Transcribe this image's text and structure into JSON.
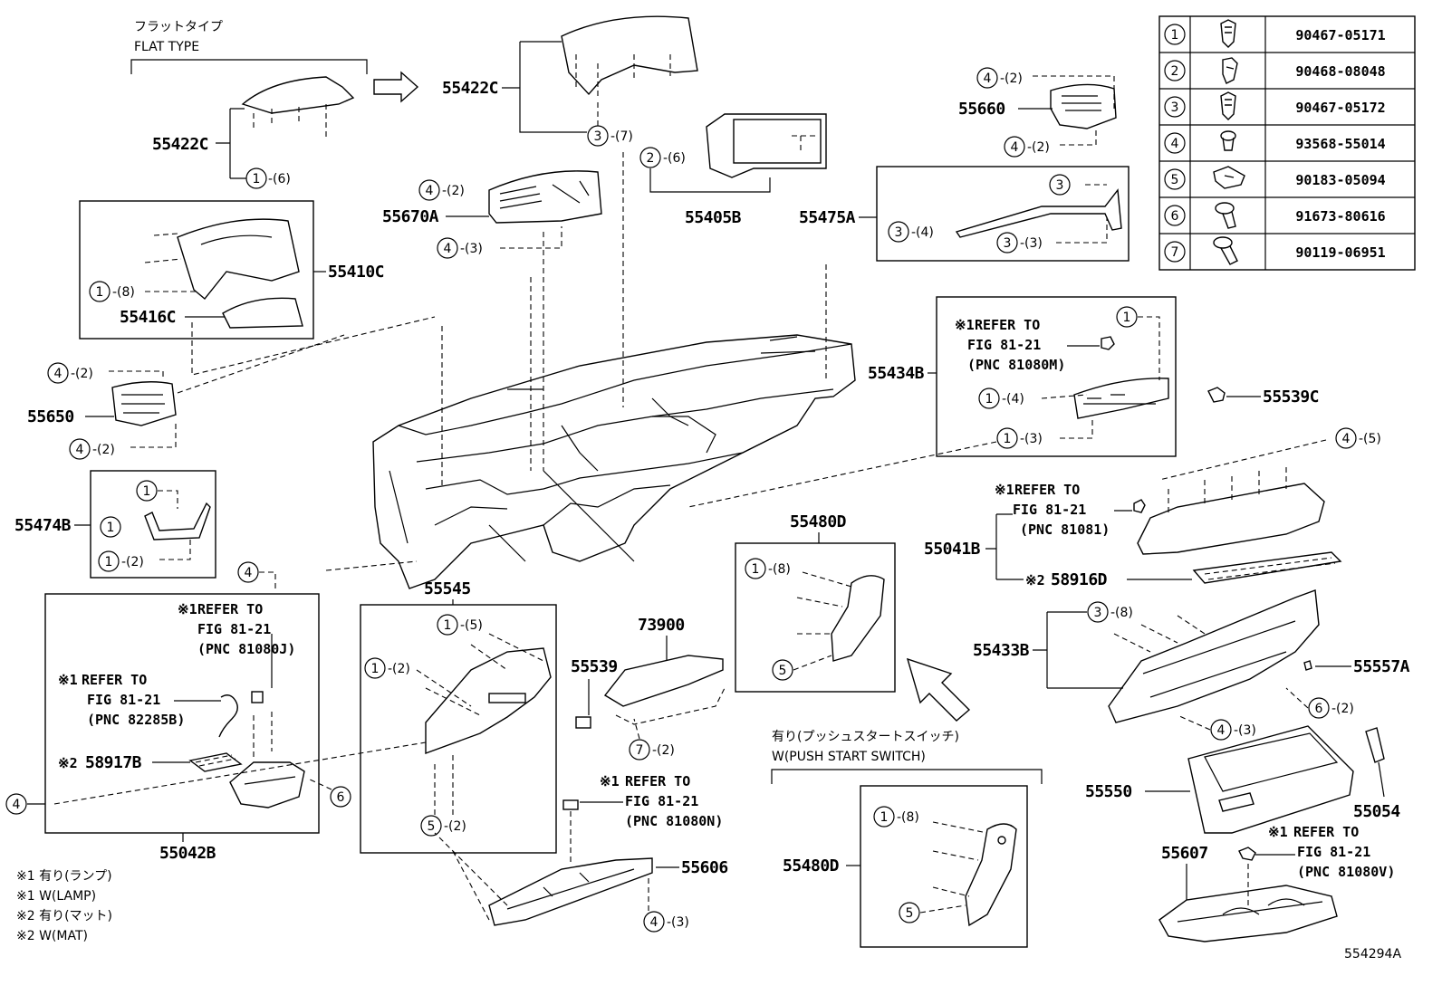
{
  "diagram_id": "554294A",
  "fastener_table": [
    {
      "num": "1",
      "part": "90467-05171",
      "icon": "clip-icon"
    },
    {
      "num": "2",
      "part": "90468-08048",
      "icon": "clip-icon"
    },
    {
      "num": "3",
      "part": "90467-05172",
      "icon": "clip-icon"
    },
    {
      "num": "4",
      "part": "93568-55014",
      "icon": "screw-icon"
    },
    {
      "num": "5",
      "part": "90183-05094",
      "icon": "nut-clip-icon"
    },
    {
      "num": "6",
      "part": "91673-80616",
      "icon": "bolt-icon"
    },
    {
      "num": "7",
      "part": "90119-06951",
      "icon": "bolt-icon"
    }
  ],
  "headers": {
    "flat_type_jp": "フラットタイプ",
    "flat_type_en": "FLAT TYPE",
    "push_start_jp": "有り(プッシュスタートスイッチ)",
    "push_start_en": "W(PUSH START SWITCH)"
  },
  "legend": [
    "※1 有り(ランプ)",
    "※1 W(LAMP)",
    "※2 有り(マット)",
    "※2 W(MAT)"
  ],
  "parts": {
    "p55422C_a": "55422C",
    "p55422C_b": "55422C",
    "p55660": "55660",
    "p55670A": "55670A",
    "p55405B": "55405B",
    "p55475A": "55475A",
    "p55410C": "55410C",
    "p55416C": "55416C",
    "p55650": "55650",
    "p55434B": "55434B",
    "p55539C": "55539C",
    "p55474B": "55474B",
    "p55480D_a": "55480D",
    "p55041B": "55041B",
    "p58916D": "58916D",
    "p55545": "55545",
    "p73900": "73900",
    "p55539": "55539",
    "p55433B": "55433B",
    "p55557A": "55557A",
    "p58917B": "58917B",
    "p55042B": "55042B",
    "p55550": "55550",
    "p55054": "55054",
    "p55607": "55607",
    "p55606": "55606",
    "p55480D_b": "55480D"
  },
  "refs": {
    "r1": {
      "mark": "※1",
      "line1": "REFER TO",
      "line2": "FIG 81-21",
      "line3": "(PNC 81080M)"
    },
    "r2": {
      "mark": "※1",
      "line1": "REFER TO",
      "line2": "FIG 81-21",
      "line3": "(PNC 81081)"
    },
    "r3": {
      "mark": "※1",
      "line1": "REFER TO",
      "line2": "FIG 81-21",
      "line3": "(PNC 81080J)"
    },
    "r4": {
      "mark": "※1",
      "line1": "REFER TO",
      "line2": "FIG 81-21",
      "line3": "(PNC 82285B)"
    },
    "r5": {
      "mark": "※1",
      "line1": "REFER TO",
      "line2": "FIG 81-21",
      "line3": "(PNC 81080N)"
    },
    "r6": {
      "mark": "※1",
      "line1": "REFER TO",
      "line2": "FIG 81-21",
      "line3": "(PNC 81080V)"
    }
  },
  "mark2_a": "※2",
  "mark2_b": "※2",
  "qty": {
    "q2": "-(2)",
    "q3": "-(3)",
    "q4": "-(4)",
    "q5": "-(5)",
    "q6": "-(6)",
    "q7": "-(7)",
    "q8": "-(8)"
  },
  "circle_nums": [
    "1",
    "2",
    "3",
    "4",
    "5",
    "6",
    "7"
  ]
}
